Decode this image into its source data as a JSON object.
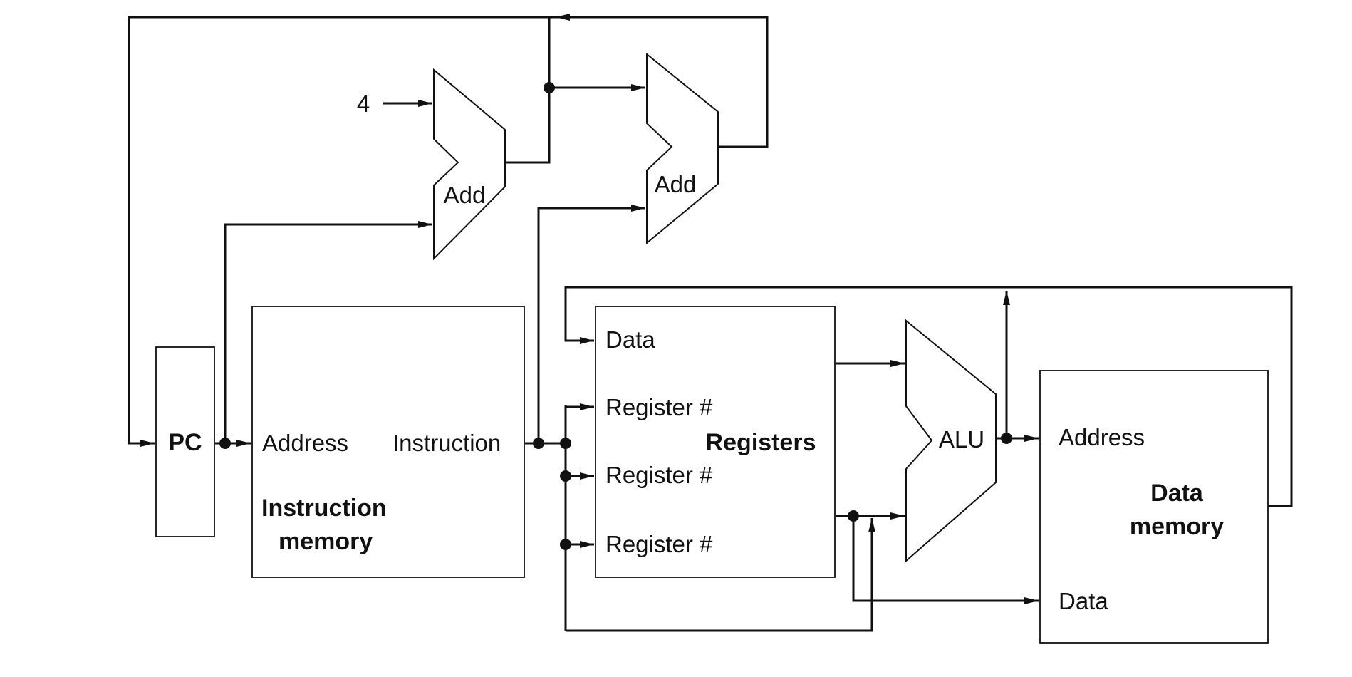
{
  "constant_four": "4",
  "pc": {
    "label": "PC"
  },
  "adder_pc": {
    "label": "Add"
  },
  "adder_branch": {
    "label": "Add"
  },
  "instruction_memory": {
    "address_label": "Address",
    "instruction_label": "Instruction",
    "title_line1": "Instruction",
    "title_line2": "memory"
  },
  "registers": {
    "data_label": "Data",
    "register_label_1": "Register #",
    "register_label_2": "Register #",
    "register_label_3": "Register #",
    "title": "Registers"
  },
  "alu": {
    "label": "ALU"
  },
  "data_memory": {
    "address_label": "Address",
    "data_label": "Data",
    "title_line1": "Data",
    "title_line2": "memory"
  }
}
